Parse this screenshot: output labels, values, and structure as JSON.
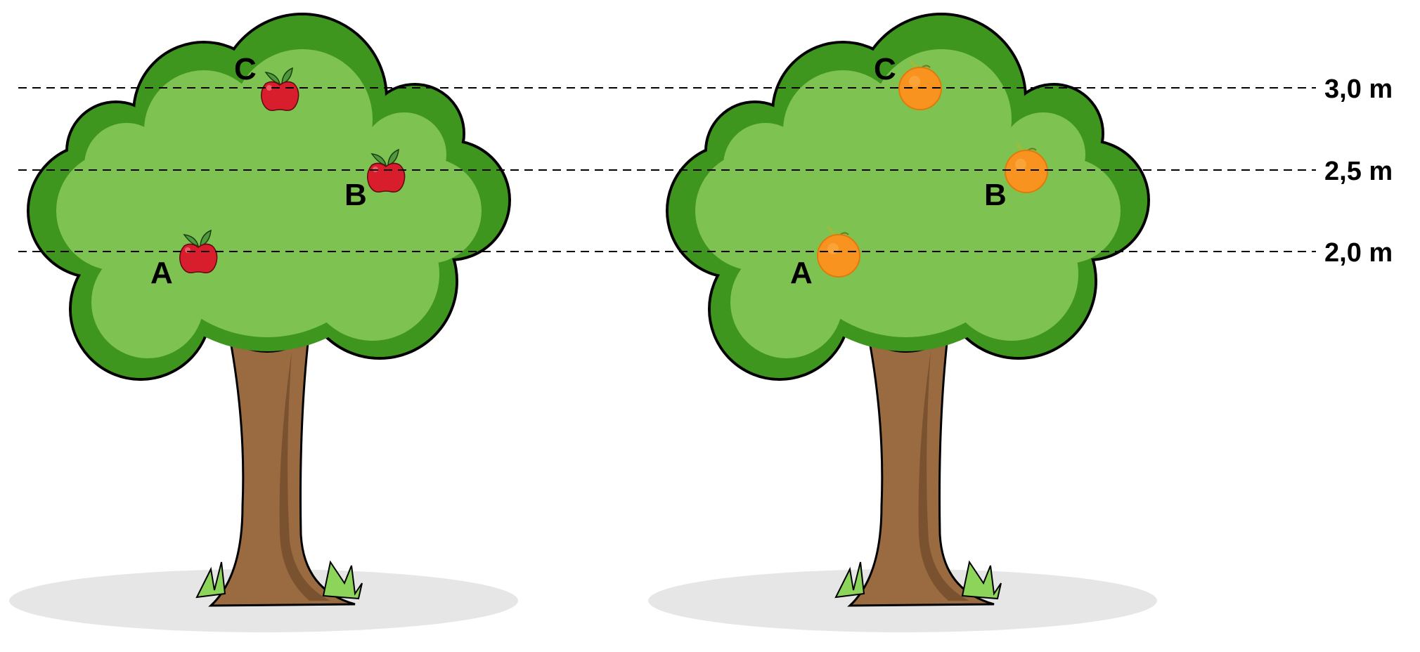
{
  "heights": [
    "3,0 m",
    "2,5 m",
    "2,0 m"
  ],
  "apple_tree": {
    "points": [
      "A",
      "B",
      "C"
    ],
    "fruit": "apple-icon"
  },
  "orange_tree": {
    "points": [
      "A",
      "B",
      "C"
    ],
    "fruit": "orange-icon"
  },
  "colors": {
    "canopy_dark": "#3f961f",
    "canopy_light": "#7ec352",
    "trunk": "#9a6a40",
    "apple": "#d81e2c",
    "orange": "#f7931e",
    "shadow": "#e6e6e6"
  }
}
